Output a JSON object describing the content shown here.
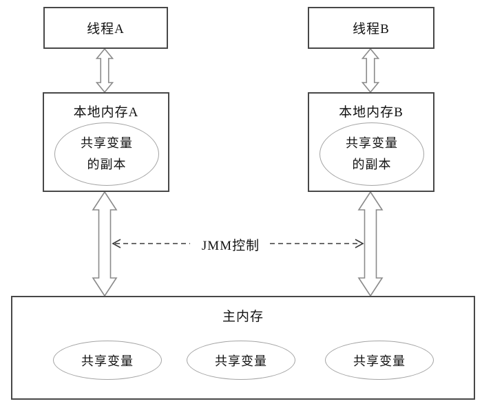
{
  "diagram": {
    "thread_a_label": "线程A",
    "thread_b_label": "线程B",
    "local_memory_a": {
      "title": "本地内存A",
      "copy_line1": "共享变量",
      "copy_line2": "的副本"
    },
    "local_memory_b": {
      "title": "本地内存B",
      "copy_line1": "共享变量",
      "copy_line2": "的副本"
    },
    "jmm_label": "JMM控制",
    "main_memory": {
      "title": "主内存",
      "variables": [
        "共享变量",
        "共享变量",
        "共享变量"
      ]
    },
    "colors": {
      "box_border": "#474747",
      "ellipse_border": "#a3a3a3",
      "arrow_outline": "#8a8a8a",
      "dashed_line": "#3a3a3a",
      "text": "#111111",
      "background": "#ffffff"
    }
  }
}
